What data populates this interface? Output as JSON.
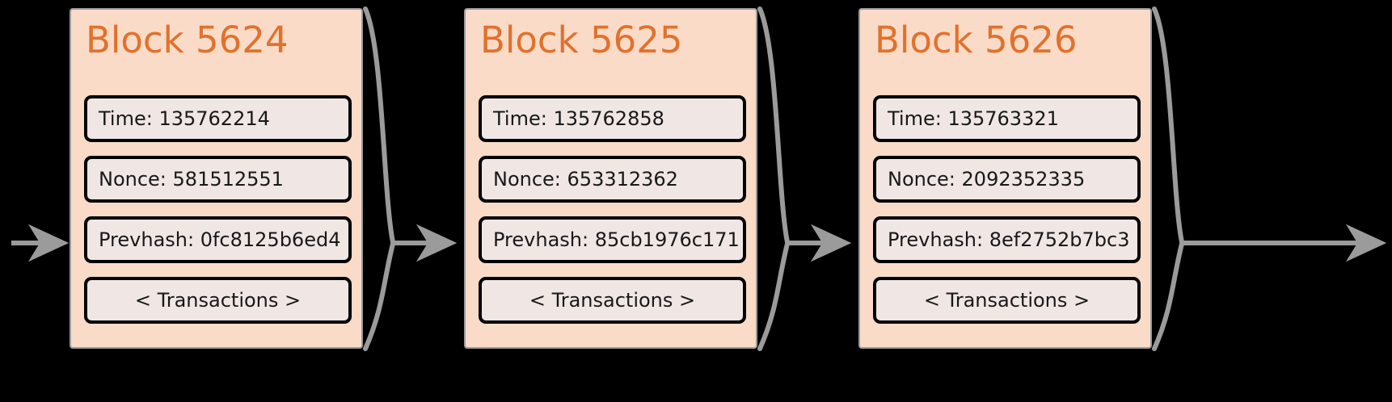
{
  "diagram": {
    "title": "blockchain-chain",
    "background_color": "#000000",
    "block_fill": "#f9dbc8",
    "block_border": "#9b9b9b",
    "field_fill": "#f0e7e4",
    "field_border": "#000000",
    "title_color": "#e2712b",
    "arrow_color": "#9b9b9b",
    "field_labels": {
      "time": "Time:",
      "nonce": "Nonce:",
      "prevhash": "Prevhash:",
      "transactions": "< Transactions >"
    }
  },
  "blocks": [
    {
      "title": "Block 5624",
      "time": "Time: 135762214",
      "nonce": "Nonce: 581512551",
      "prevhash": "Prevhash: 0fc8125b6ed4",
      "transactions": "< Transactions >"
    },
    {
      "title": "Block 5625",
      "time": "Time: 135762858",
      "nonce": "Nonce: 653312362",
      "prevhash": "Prevhash: 85cb1976c171",
      "transactions": "< Transactions >"
    },
    {
      "title": "Block 5626",
      "time": "Time: 135763321",
      "nonce": "Nonce: 2092352335",
      "prevhash": "Prevhash: 8ef2752b7bc3",
      "transactions": "< Transactions >"
    }
  ],
  "connectors": [
    {
      "name": "inbound-arrow",
      "from": "left-edge",
      "to": "block-5624"
    },
    {
      "name": "link-arrow-5624-5625",
      "from": "block-5624",
      "to": "block-5625"
    },
    {
      "name": "link-arrow-5625-5626",
      "from": "block-5625",
      "to": "block-5626"
    },
    {
      "name": "outbound-arrow",
      "from": "block-5626",
      "to": "right-edge"
    }
  ]
}
